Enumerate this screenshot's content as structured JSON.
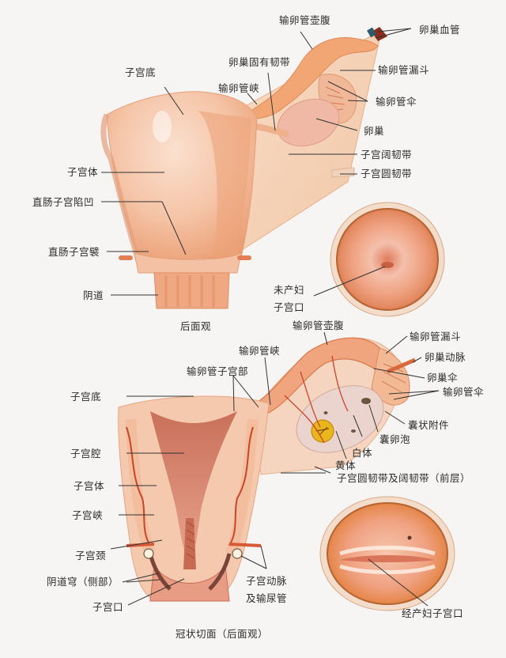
{
  "colors": {
    "background": "#f7f5f3",
    "tissue_light": "#f6cdb4",
    "tissue_mid": "#f0b08c",
    "tissue_dark": "#e58a5c",
    "vessel": "#c8452a",
    "corpus_luteum": "#e9b61c",
    "leader_line": "#333333",
    "text": "#2b2b2b"
  },
  "top_view": {
    "caption": "后面观",
    "labels": {
      "ampulla": "输卵管壶腹",
      "ovarian_vessels": "卵巢血管",
      "ovarian_ligament": "卵巢固有韧带",
      "fundus": "子宫底",
      "infundibulum": "输卵管漏斗",
      "isthmus": "输卵管峡",
      "fimbriae": "输卵管伞",
      "ovary": "卵巢",
      "broad_ligament": "子宫阔韧带",
      "body": "子宫体",
      "round_ligament": "子宫圆韧带",
      "rectouterine_pouch": "直肠子宫陷凹",
      "rectouterine_fold": "直肠子宫襞",
      "vagina": "阴道"
    }
  },
  "nulliparous_os": {
    "label_line1": "未产妇",
    "label_line2": "子宫口"
  },
  "coronal_view": {
    "caption": "冠状切面（后面观）",
    "labels": {
      "ampulla": "输卵管壶腹",
      "infundibulum": "输卵管漏斗",
      "isthmus": "输卵管峡",
      "ovarian_artery": "卵巢动脉",
      "uterine_part": "输卵管子宫部",
      "ovarian_fimbria": "卵巢伞",
      "fundus": "子宫底",
      "fimbriae": "输卵管伞",
      "vesicular_appendage": "囊状附件",
      "vesicular_follicle": "囊卵泡",
      "cavity": "子宫腔",
      "corpus_albicans": "白体",
      "corpus_luteum": "黄体",
      "ligaments_anterior": "子宫圆韧带及阔韧带（前层）",
      "body": "子宫体",
      "isthmus_uteri": "子宫峡",
      "cervix": "子宫颈",
      "vaginal_fornix": "阴道穹（侧部）",
      "uterine_artery_line1": "子宫动脉",
      "uterine_artery_line2": "及输尿管",
      "os": "子宫口"
    }
  },
  "parous_os": {
    "label": "经产妇子宫口"
  }
}
